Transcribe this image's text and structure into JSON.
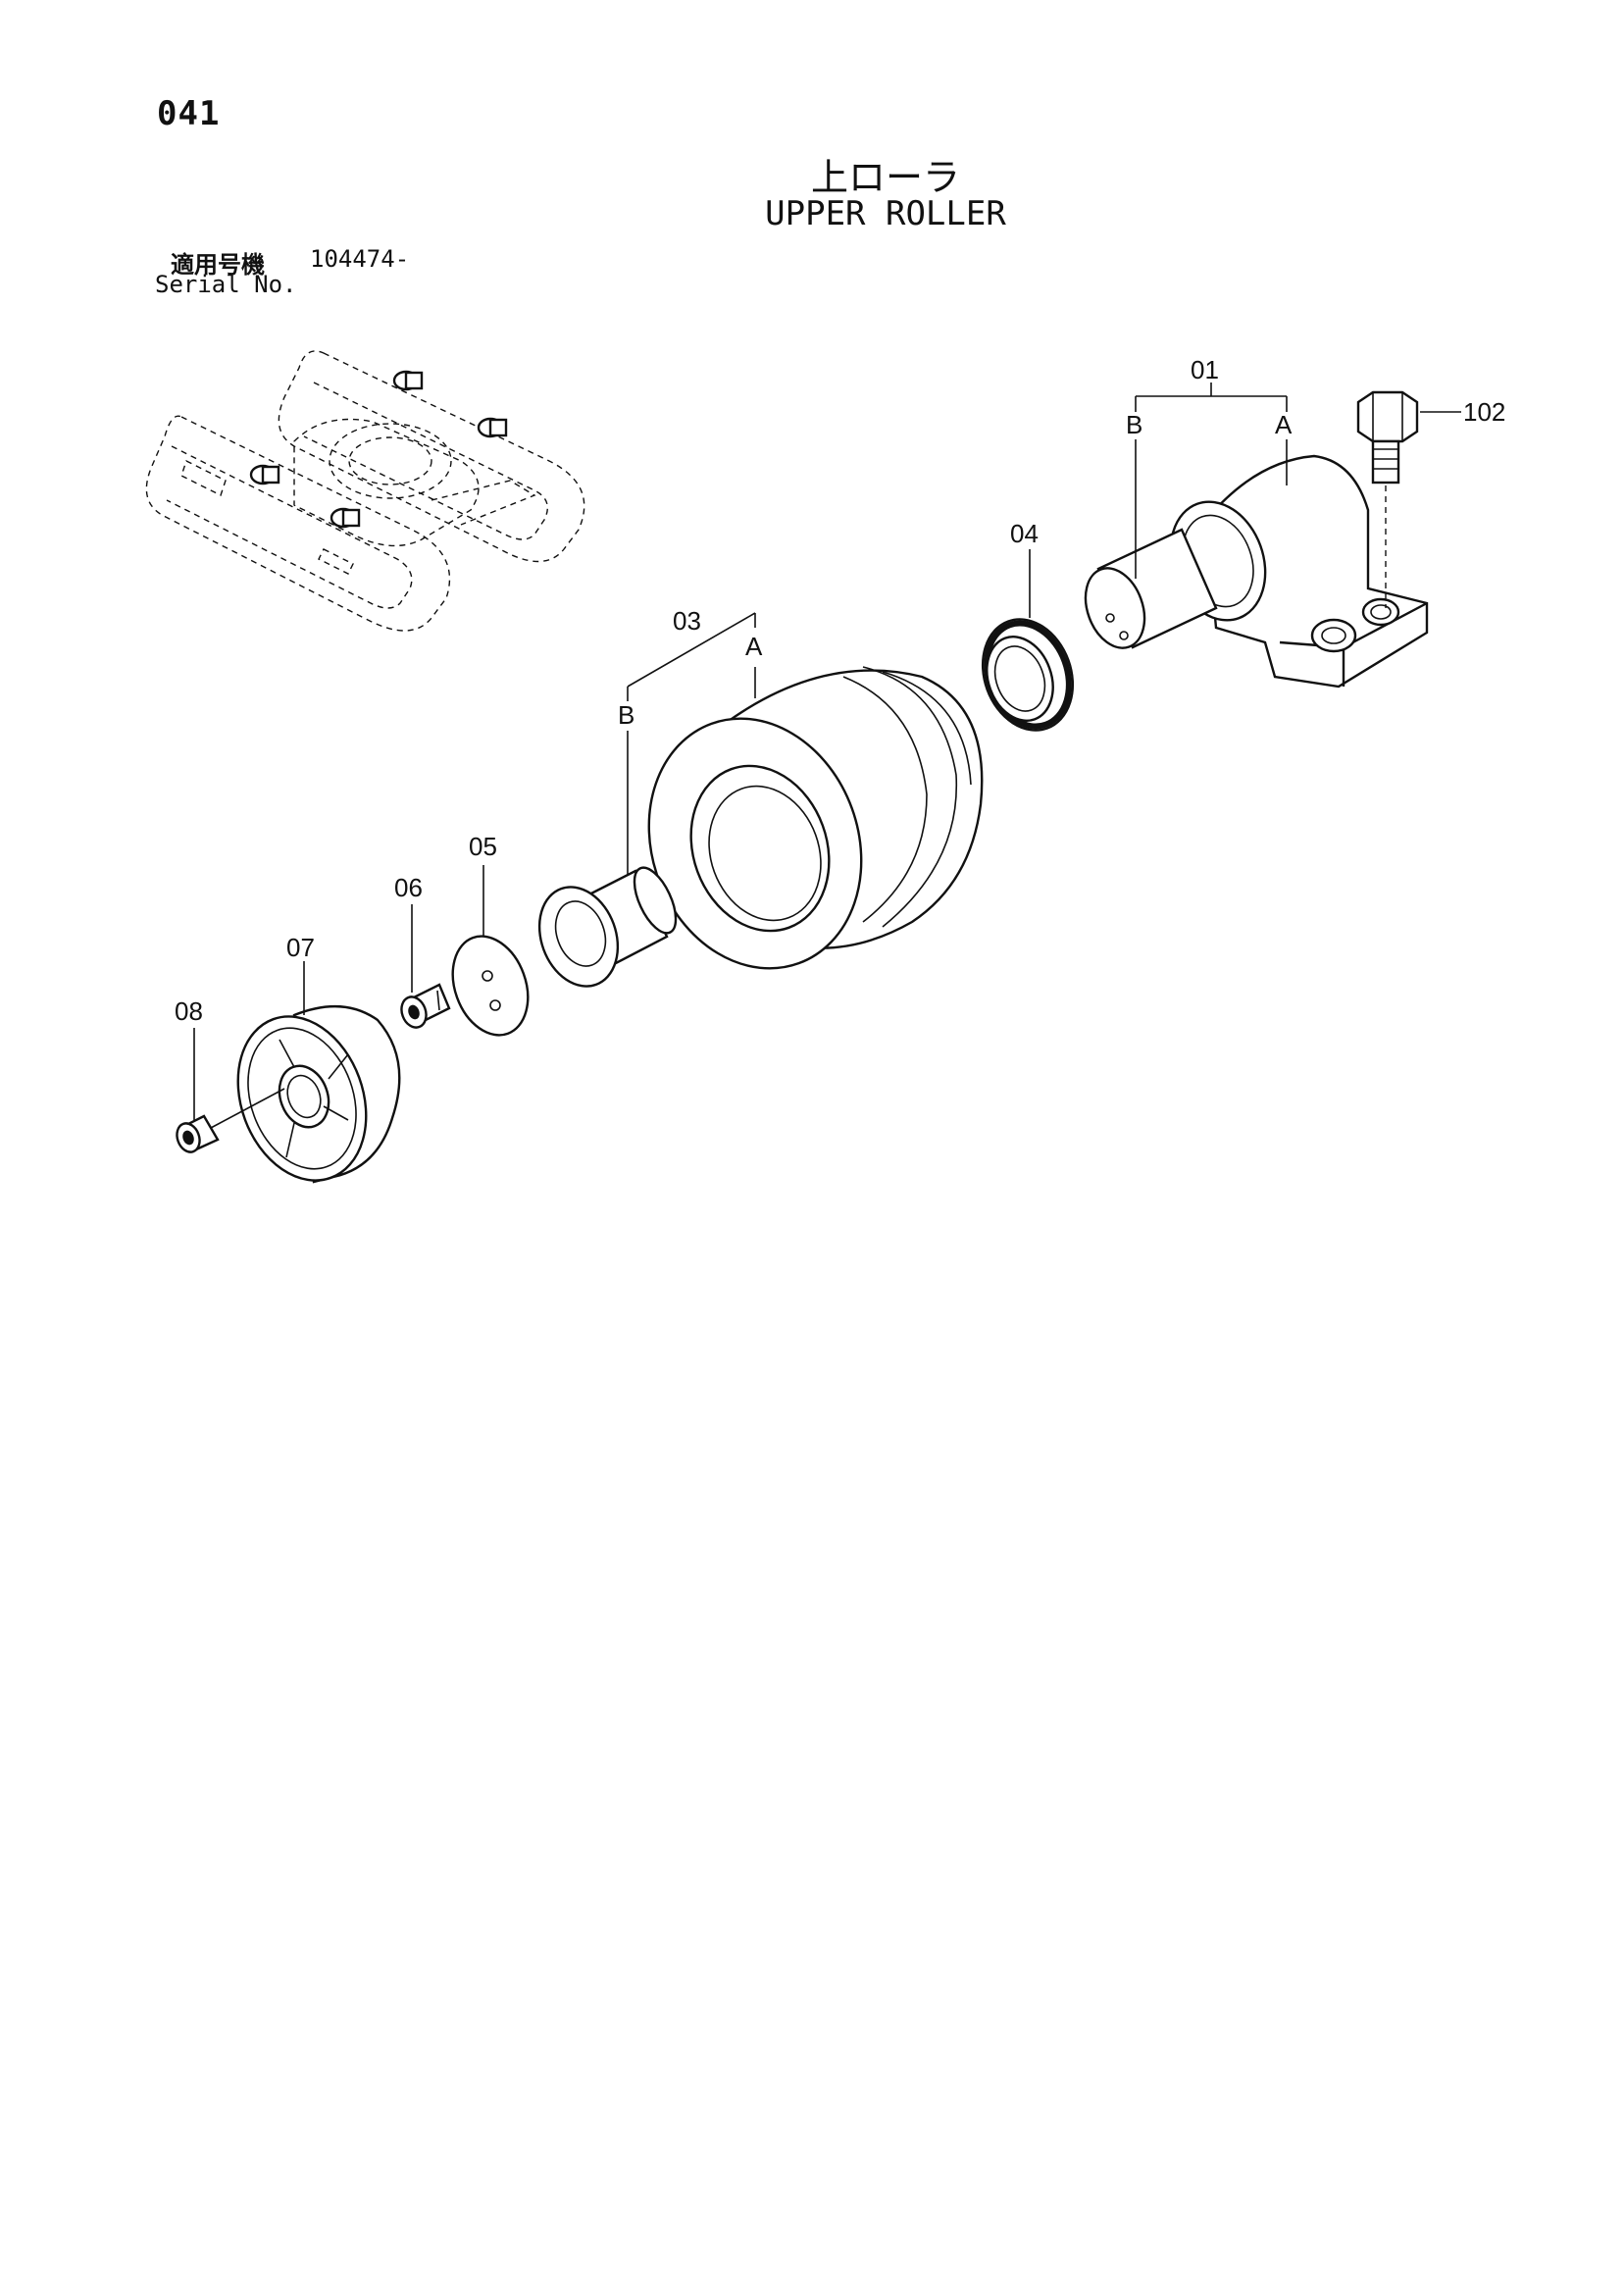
{
  "page": {
    "number": "041"
  },
  "title": {
    "japanese": "上ローラ",
    "english": "UPPER ROLLER"
  },
  "serial": {
    "japanese_label": "適用号機",
    "value": "104474-",
    "english_label": "Serial No."
  },
  "callouts": {
    "p01": "01",
    "p01_a": "A",
    "p01_b": "B",
    "p102": "102",
    "p04": "04",
    "p03": "03",
    "p03_a": "A",
    "p03_b": "B",
    "p05": "05",
    "p06": "06",
    "p07": "07",
    "p08": "08"
  }
}
